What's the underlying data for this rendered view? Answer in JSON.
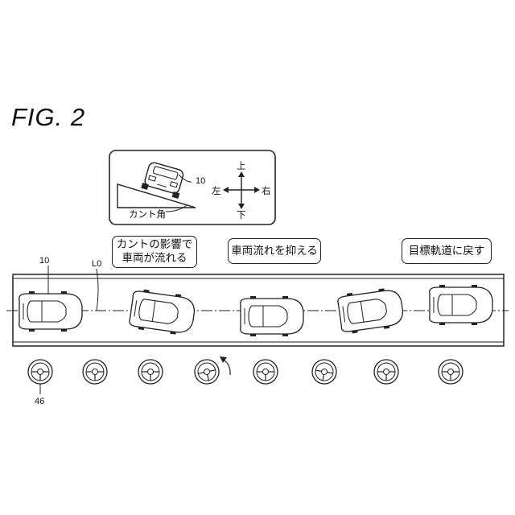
{
  "figure_title": "FIG. 2",
  "inset": {
    "vehicle_ref": "10",
    "slope_label": "カント角",
    "directions": {
      "up": "上",
      "down": "下",
      "left": "左",
      "right": "右"
    }
  },
  "callouts": [
    {
      "lines": [
        "カントの影響で",
        "車両が流れる"
      ]
    },
    {
      "lines": [
        "車両流れを抑える"
      ]
    },
    {
      "lines": [
        "目標軌道に戻す"
      ]
    }
  ],
  "labels": {
    "vehicle_ref": "10",
    "line_ref": "L0",
    "wheel_ref": "46"
  }
}
